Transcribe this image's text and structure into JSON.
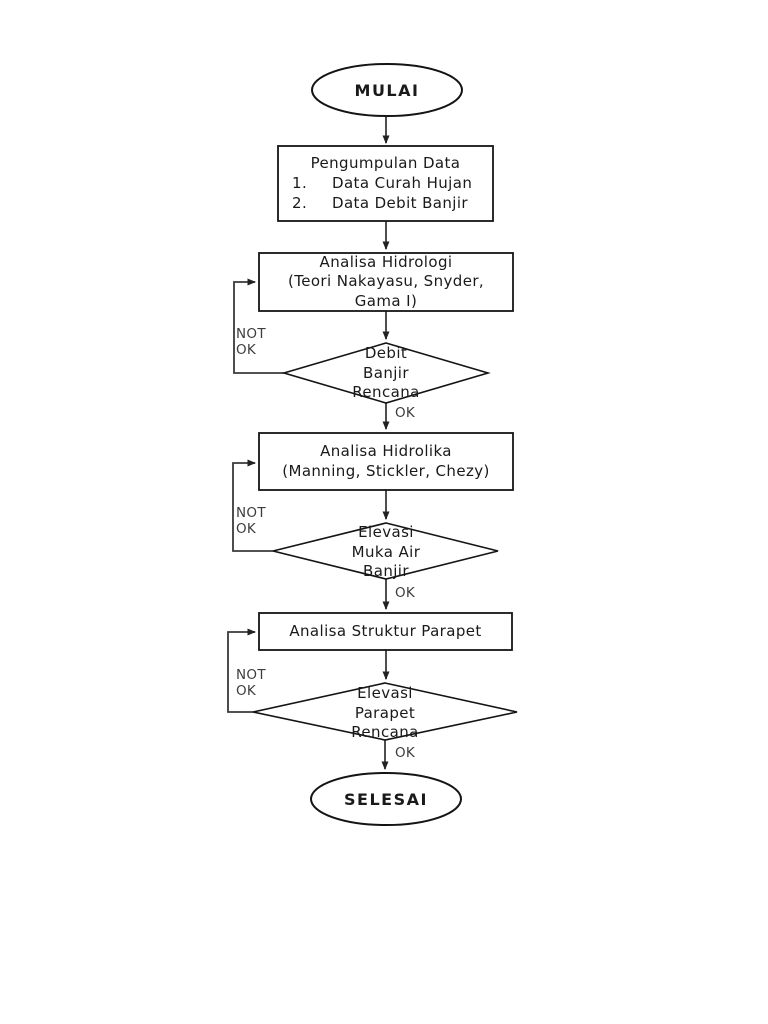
{
  "flowchart": {
    "title_semantic": "Flood analysis flowchart",
    "start": {
      "label": "MULAI"
    },
    "collect": {
      "title": "Pengumpulan Data",
      "items": [
        {
          "num": "1.",
          "text": "Data Curah Hujan"
        },
        {
          "num": "2.",
          "text": "Data Debit Banjir"
        }
      ]
    },
    "hidrologi": {
      "line1": "Analisa Hidrologi",
      "line2": "(Teori Nakayasu, Snyder,",
      "line3": "Gama I)"
    },
    "decision1": {
      "line1": "Debit",
      "line2": "Banjir",
      "line3": "Rencana"
    },
    "hidrolika": {
      "line1": "Analisa Hidrolika",
      "line2": "(Manning, Stickler, Chezy)"
    },
    "decision2": {
      "line1": "Elevasi",
      "line2": "Muka Air",
      "line3": "Banjir"
    },
    "parapet": {
      "line1": "Analisa Struktur Parapet"
    },
    "decision3": {
      "line1": "Elevasi",
      "line2": "Parapet",
      "line3": "Rencana"
    },
    "end": {
      "label": "SELESAI"
    },
    "labels": {
      "ok": "OK",
      "not": "NOT"
    }
  },
  "colors": {
    "background": "#ffffff",
    "shape_border": "#141414",
    "connector_line": "#3a3a3a",
    "text": "#1a1a1a",
    "edge_label_text": "#3d3d3d"
  }
}
